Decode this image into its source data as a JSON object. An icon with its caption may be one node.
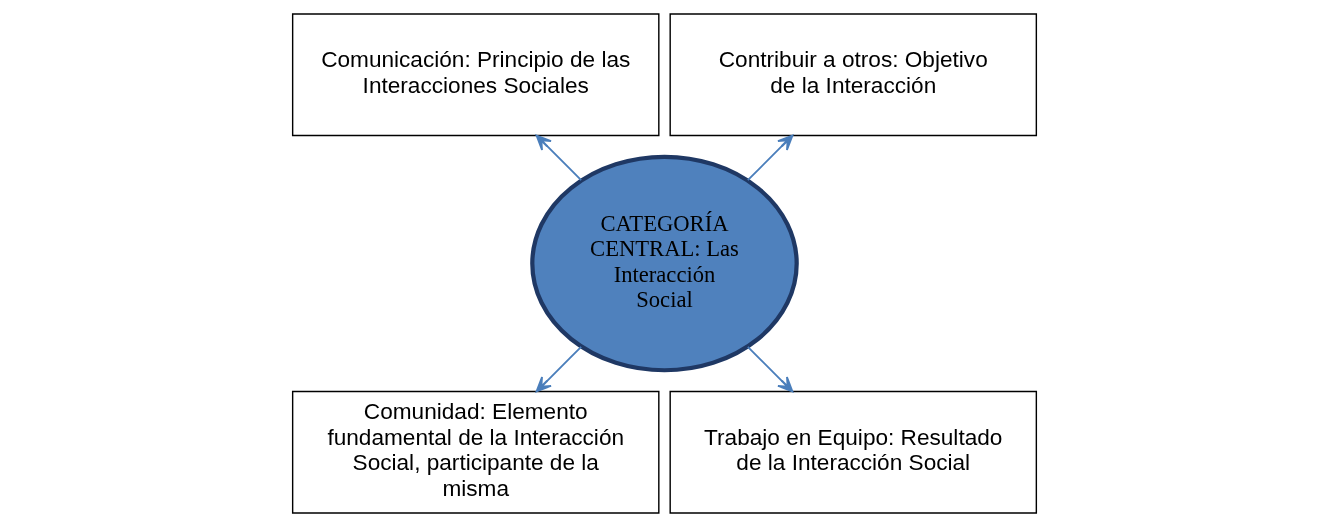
{
  "diagram": {
    "nodes": [
      {
        "text": [
          "CATEGORÍA CENTRAL: Las Interacción Social"
        ]
      },
      {
        "text": [
          "Contribuir a otros: Objetivo de la Interacción"
        ]
      },
      {
        "text": [
          "Comunicación: Principio de las Interacciones Sociales"
        ]
      },
      {
        "text": [
          "Comunidad: Elemento fundamental de la Interacción Social, participante de la misma"
        ]
      },
      {
        "text": [
          "Trabajo en Equipo: Resultado de la Interacción Social"
        ]
      }
    ],
    "edges": [
      {
        "from": 0,
        "to": 1,
        "arrow": "to"
      },
      {
        "from": 0,
        "to": 2,
        "arrow": "to"
      },
      {
        "from": 0,
        "to": 3,
        "arrow": "to"
      },
      {
        "from": 0,
        "to": 4,
        "arrow": "to"
      }
    ]
  }
}
